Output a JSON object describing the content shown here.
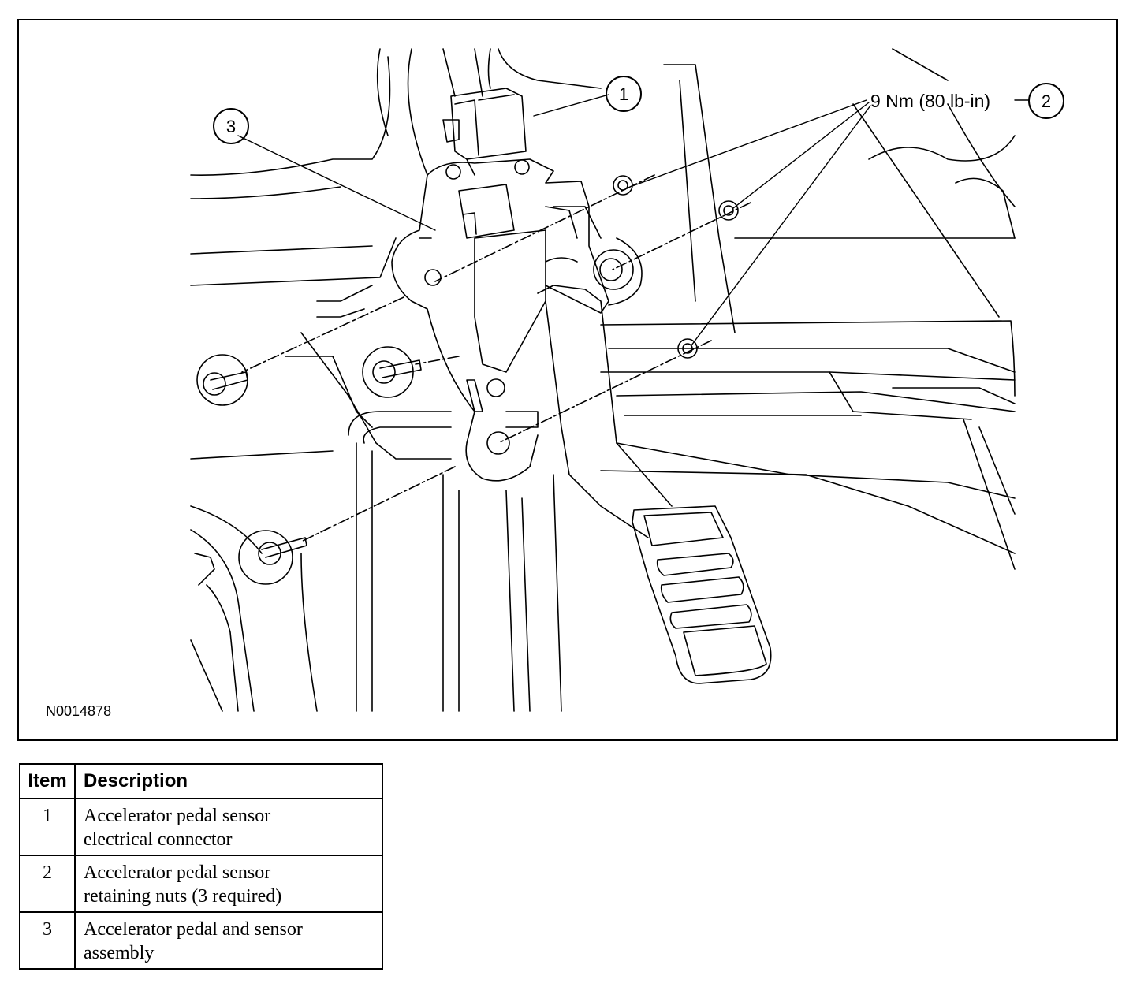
{
  "figure": {
    "id_label": "N0014878",
    "callouts": [
      {
        "number": "1"
      },
      {
        "number": "2",
        "torque": "9 Nm (80 lb-in)"
      },
      {
        "number": "3"
      }
    ]
  },
  "legend": {
    "headers": {
      "item": "Item",
      "description": "Description"
    },
    "rows": [
      {
        "item": "1",
        "description_line1": "Accelerator pedal sensor",
        "description_line2": "electrical connector"
      },
      {
        "item": "2",
        "description_line1": "Accelerator pedal sensor",
        "description_line2": "retaining nuts (3 required)"
      },
      {
        "item": "3",
        "description_line1": "Accelerator pedal and sensor",
        "description_line2": "assembly"
      }
    ]
  }
}
